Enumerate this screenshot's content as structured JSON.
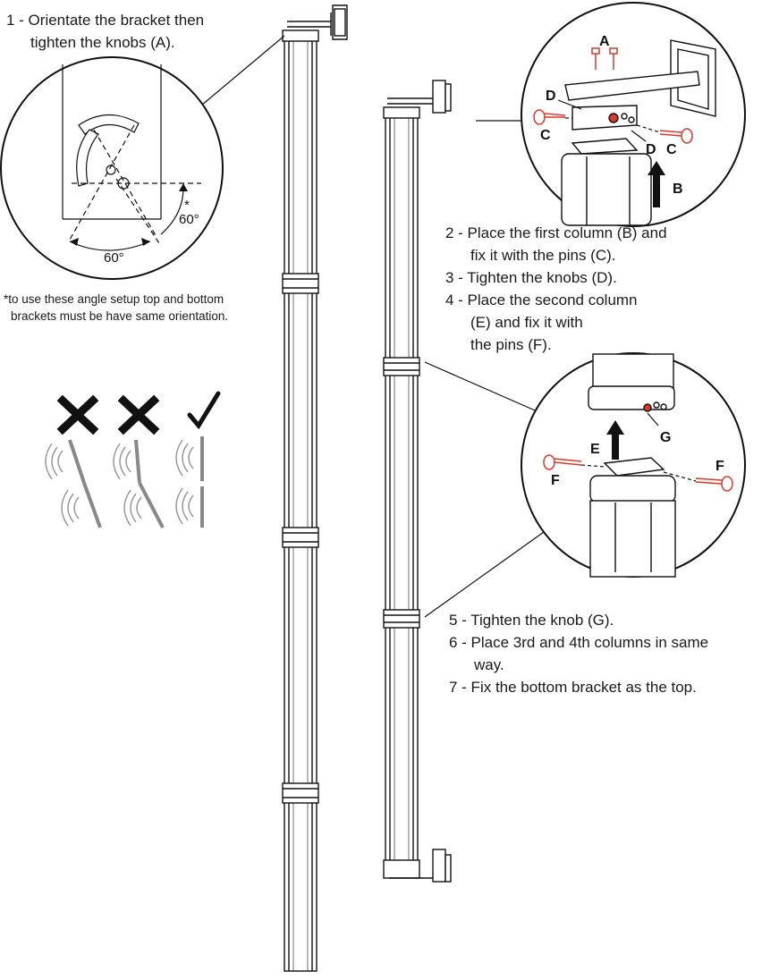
{
  "step1": {
    "line1": "1 - Orientate the bracket then",
    "line2": "tighten the knobs (A)."
  },
  "angles": {
    "a1": "60°",
    "a2": "60°",
    "star": "*"
  },
  "note": {
    "line1": "*to use these angle setup top and bottom",
    "line2": "brackets must be have same orientation."
  },
  "steps_mid": {
    "s2a": "2 - Place the first column (B) and",
    "s2b": "fix it with the pins (C).",
    "s3": "3 - Tighten the knobs (D).",
    "s4a": "4 - Place the second column",
    "s4b": "(E) and fix it with",
    "s4c": "the pins (F)."
  },
  "steps_bottom": {
    "s5": "5 - Tighten the knob (G).",
    "s6a": "6 - Place 3rd and 4th columns in same",
    "s6b": "way.",
    "s7": "7 - Fix the bottom bracket as the top."
  },
  "labels": {
    "A": "A",
    "B": "B",
    "C": "C",
    "D": "D",
    "E": "E",
    "F": "F",
    "G": "G"
  },
  "icons": [
    "cross-icon",
    "cross-icon",
    "check-icon"
  ],
  "colors": {
    "accent_red": "#d83a2b",
    "line": "#1a1a1a"
  }
}
